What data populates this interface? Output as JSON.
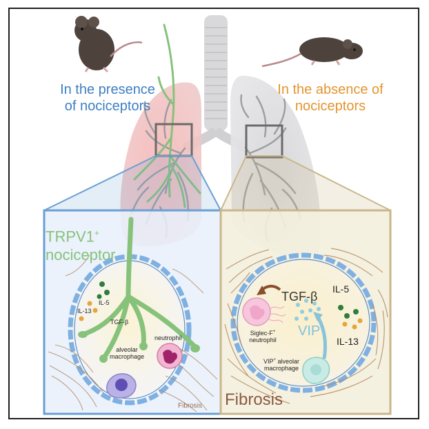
{
  "titles": {
    "presence_line1": "In the presence",
    "presence_line2": "of nociceptors",
    "absence_line1": "In the absence of",
    "absence_line2": "nociceptors"
  },
  "left_panel": {
    "trpv1_line1": "TRPV1",
    "trpv1_sup": "+",
    "trpv1_line2": "nociceptor",
    "il13": "IL-13",
    "il5": "IL-5",
    "tgf": "TGF-β",
    "neutrophil": "neutrophil",
    "alveolar_line1": "alveolar",
    "alveolar_line2": "macrophage",
    "fibrosis": "Fibrosis"
  },
  "right_panel": {
    "tgf": "TGF-β",
    "il5": "IL-5",
    "il13": "IL-13",
    "vip": "VIP",
    "siglec_line1": "Siglec-F",
    "siglec_sup": "+",
    "siglec_line2": "neutrophil",
    "vip_macro_sup": "+",
    "vip_macro_line1_prefix": "VIP",
    "vip_macro_line1_suffix": " alveolar",
    "vip_macro_line2": "macrophage",
    "fibrosis": "Fibrosis"
  },
  "colors": {
    "blue": "#3d7fc2",
    "orange": "#e3952f",
    "nerve_green": "#86c27a",
    "left_box": "#6a9fd4",
    "right_box": "#c9b68a",
    "fibrosis_brown": "#8a5a40"
  }
}
